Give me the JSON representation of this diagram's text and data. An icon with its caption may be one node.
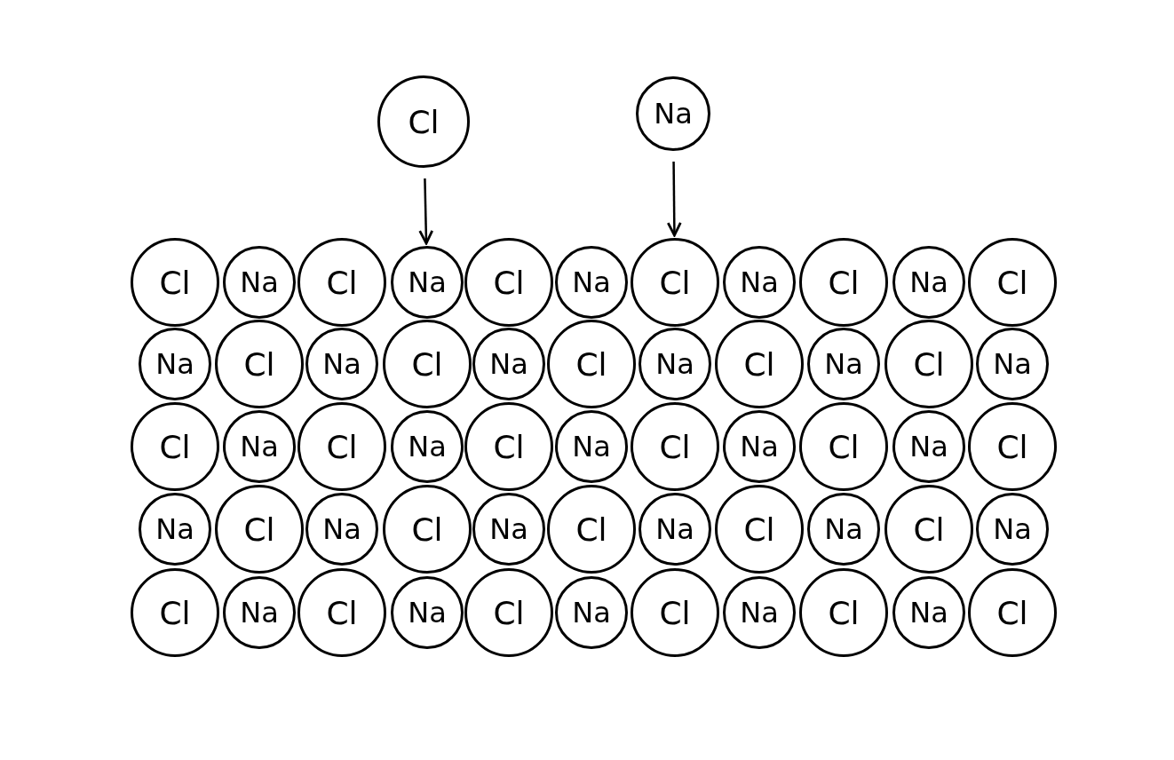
{
  "diagram": {
    "nodes": [
      {
        "text": [
          "Cl"
        ]
      },
      {
        "text": [
          "Na"
        ]
      },
      {
        "text": [
          "Cl"
        ]
      },
      {
        "text": [
          "Na"
        ]
      },
      {
        "text": [
          "Cl"
        ]
      },
      {
        "text": [
          "Na"
        ]
      },
      {
        "text": [
          "Cl"
        ]
      },
      {
        "text": [
          "Na"
        ]
      },
      {
        "text": [
          "Cl"
        ]
      },
      {
        "text": [
          "Na"
        ]
      },
      {
        "text": [
          "Cl"
        ]
      },
      {
        "text": [
          "Na"
        ]
      },
      {
        "text": [
          "Cl"
        ]
      },
      {
        "text": [
          "Na"
        ]
      },
      {
        "text": [
          "Cl"
        ]
      },
      {
        "text": [
          "Na"
        ]
      },
      {
        "text": [
          "Cl"
        ]
      },
      {
        "text": [
          "Na"
        ]
      },
      {
        "text": [
          "Cl"
        ]
      },
      {
        "text": [
          "Na"
        ]
      },
      {
        "text": [
          "Cl"
        ]
      },
      {
        "text": [
          "Na"
        ]
      },
      {
        "text": [
          "Cl"
        ]
      },
      {
        "text": [
          "Na"
        ]
      },
      {
        "text": [
          "Cl"
        ]
      },
      {
        "text": [
          "Na"
        ]
      },
      {
        "text": [
          "Cl"
        ]
      },
      {
        "text": [
          "Na"
        ]
      },
      {
        "text": [
          "Cl"
        ]
      },
      {
        "text": [
          "Na"
        ]
      },
      {
        "text": [
          "Cl"
        ]
      },
      {
        "text": [
          "Na"
        ]
      },
      {
        "text": [
          "Cl"
        ]
      },
      {
        "text": [
          "Na"
        ]
      },
      {
        "text": [
          "Cl"
        ]
      },
      {
        "text": [
          "Na"
        ]
      },
      {
        "text": [
          "Cl"
        ]
      },
      {
        "text": [
          "Na"
        ]
      },
      {
        "text": [
          "Cl"
        ]
      },
      {
        "text": [
          "Na"
        ]
      },
      {
        "text": [
          "Cl"
        ]
      },
      {
        "text": [
          "Na"
        ]
      },
      {
        "text": [
          "Cl"
        ]
      },
      {
        "text": [
          "Na"
        ]
      },
      {
        "text": [
          "Cl"
        ]
      },
      {
        "text": [
          "Na"
        ]
      },
      {
        "text": [
          "Cl"
        ]
      },
      {
        "text": [
          "Na"
        ]
      },
      {
        "text": [
          "Cl"
        ]
      },
      {
        "text": [
          "Na"
        ]
      },
      {
        "text": [
          "Cl"
        ]
      },
      {
        "text": [
          "Na"
        ]
      },
      {
        "text": [
          "Cl"
        ]
      },
      {
        "text": [
          "Na"
        ]
      },
      {
        "text": [
          "Cl"
        ]
      },
      {
        "text": [
          "Na"
        ]
      },
      {
        "text": [
          "Cl"
        ]
      }
    ],
    "edges": [
      {
        "from": 0,
        "to": 5,
        "arrow": "to"
      },
      {
        "from": 1,
        "to": 8,
        "arrow": "to"
      }
    ]
  }
}
